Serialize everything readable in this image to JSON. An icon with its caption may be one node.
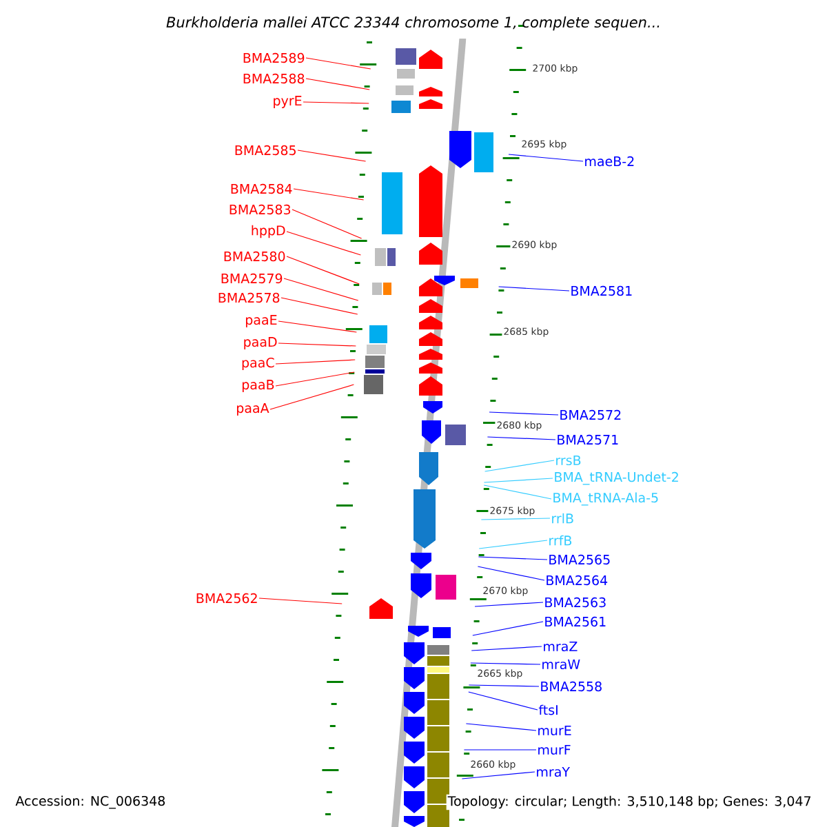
{
  "diagram": {
    "title": "Burkholderia mallei ATCC 23344 chromosome 1, complete sequen...",
    "nodes": [
      {
        "text": [
          "BMA2589"
        ]
      },
      {
        "text": [
          "BMA2588"
        ]
      },
      {
        "text": [
          "pyrE"
        ]
      },
      {
        "text": [
          "BMA2585"
        ]
      },
      {
        "text": [
          "BMA2584"
        ]
      },
      {
        "text": [
          "BMA2583"
        ]
      },
      {
        "text": [
          "hppD"
        ]
      },
      {
        "text": [
          "BMA2580"
        ]
      },
      {
        "text": [
          "BMA2579"
        ]
      },
      {
        "text": [
          "BMA2578"
        ]
      },
      {
        "text": [
          "paaE"
        ]
      },
      {
        "text": [
          "paaD"
        ]
      },
      {
        "text": [
          "paaC"
        ]
      },
      {
        "text": [
          "paaB"
        ]
      },
      {
        "text": [
          "paaA"
        ]
      },
      {
        "text": [
          "BMA2562"
        ]
      },
      {
        "text": [
          "maeB-2"
        ]
      },
      {
        "text": [
          "BMA2581"
        ]
      },
      {
        "text": [
          "BMA2572"
        ]
      },
      {
        "text": [
          "BMA2571"
        ]
      },
      {
        "text": [
          "rrsB"
        ]
      },
      {
        "text": [
          "BMA_tRNA-Undet-2"
        ]
      },
      {
        "text": [
          "BMA_tRNA-Ala-5"
        ]
      },
      {
        "text": [
          "rrlB"
        ]
      },
      {
        "text": [
          "rrfB"
        ]
      },
      {
        "text": [
          "BMA2565"
        ]
      },
      {
        "text": [
          "BMA2564"
        ]
      },
      {
        "text": [
          "BMA2563"
        ]
      },
      {
        "text": [
          "BMA2561"
        ]
      },
      {
        "text": [
          "mraZ"
        ]
      },
      {
        "text": [
          "mraW"
        ]
      },
      {
        "text": [
          "BMA2558"
        ]
      },
      {
        "text": [
          "ftsI"
        ]
      },
      {
        "text": [
          "murE"
        ]
      },
      {
        "text": [
          "murF"
        ]
      },
      {
        "text": [
          "mraY"
        ]
      },
      {
        "text": [],
        "shape": "ruler"
      },
      {
        "text": [],
        "shape": "ruler"
      }
    ],
    "edges": [
      {
        "from": 0,
        "to": 36,
        "arrow": "none"
      },
      {
        "from": 1,
        "to": 36,
        "arrow": "none"
      },
      {
        "from": 2,
        "to": 36,
        "arrow": "none"
      },
      {
        "from": 3,
        "to": 36,
        "arrow": "none"
      },
      {
        "from": 4,
        "to": 36,
        "arrow": "none"
      },
      {
        "from": 5,
        "to": 36,
        "arrow": "none"
      },
      {
        "from": 6,
        "to": 36,
        "arrow": "none"
      },
      {
        "from": 7,
        "to": 36,
        "arrow": "none"
      },
      {
        "from": 8,
        "to": 36,
        "arrow": "none"
      },
      {
        "from": 9,
        "to": 36,
        "arrow": "none"
      },
      {
        "from": 10,
        "to": 36,
        "arrow": "none"
      },
      {
        "from": 11,
        "to": 36,
        "arrow": "none"
      },
      {
        "from": 12,
        "to": 36,
        "arrow": "none"
      },
      {
        "from": 13,
        "to": 36,
        "arrow": "none"
      },
      {
        "from": 14,
        "to": 36,
        "arrow": "none"
      },
      {
        "from": 15,
        "to": 36,
        "arrow": "none"
      },
      {
        "from": 16,
        "to": 37,
        "arrow": "none",
        "color": "#0000ff"
      },
      {
        "from": 17,
        "to": 37,
        "arrow": "none",
        "color": "#0000ff"
      },
      {
        "from": 18,
        "to": 37,
        "arrow": "none",
        "color": "#0000ff"
      },
      {
        "from": 19,
        "to": 37,
        "arrow": "none",
        "color": "#0000ff"
      },
      {
        "from": 20,
        "to": 37,
        "arrow": "none",
        "color": "#33ccff"
      },
      {
        "from": 21,
        "to": 37,
        "arrow": "none",
        "color": "#33ccff"
      },
      {
        "from": 22,
        "to": 37,
        "arrow": "none",
        "color": "#33ccff"
      },
      {
        "from": 23,
        "to": 37,
        "arrow": "none",
        "color": "#33ccff"
      },
      {
        "from": 24,
        "to": 37,
        "arrow": "none",
        "color": "#33ccff"
      },
      {
        "from": 25,
        "to": 37,
        "arrow": "none",
        "color": "#0000ff"
      },
      {
        "from": 26,
        "to": 37,
        "arrow": "none",
        "color": "#0000ff"
      },
      {
        "from": 27,
        "to": 37,
        "arrow": "none",
        "color": "#0000ff"
      },
      {
        "from": 28,
        "to": 37,
        "arrow": "none",
        "color": "#0000ff"
      },
      {
        "from": 29,
        "to": 37,
        "arrow": "none",
        "color": "#0000ff"
      },
      {
        "from": 30,
        "to": 37,
        "arrow": "none",
        "color": "#0000ff"
      },
      {
        "from": 31,
        "to": 37,
        "arrow": "none",
        "color": "#0000ff"
      },
      {
        "from": 32,
        "to": 37,
        "arrow": "none",
        "color": "#0000ff"
      },
      {
        "from": 33,
        "to": 37,
        "arrow": "none",
        "color": "#0000ff"
      },
      {
        "from": 34,
        "to": 37,
        "arrow": "none",
        "color": "#0000ff"
      },
      {
        "from": 35,
        "to": 37,
        "arrow": "none",
        "color": "#0000ff"
      }
    ],
    "labels": [
      "2700 kbp",
      "2695 kbp",
      "2690 kbp",
      "2685 kbp",
      "2680 kbp",
      "2675 kbp",
      "2670 kbp",
      "2665 kbp",
      "2660 kbp",
      "Accession: NC_006348",
      "Topology: circular; Length: 3,510,148 bp; Genes: 3,047"
    ]
  }
}
